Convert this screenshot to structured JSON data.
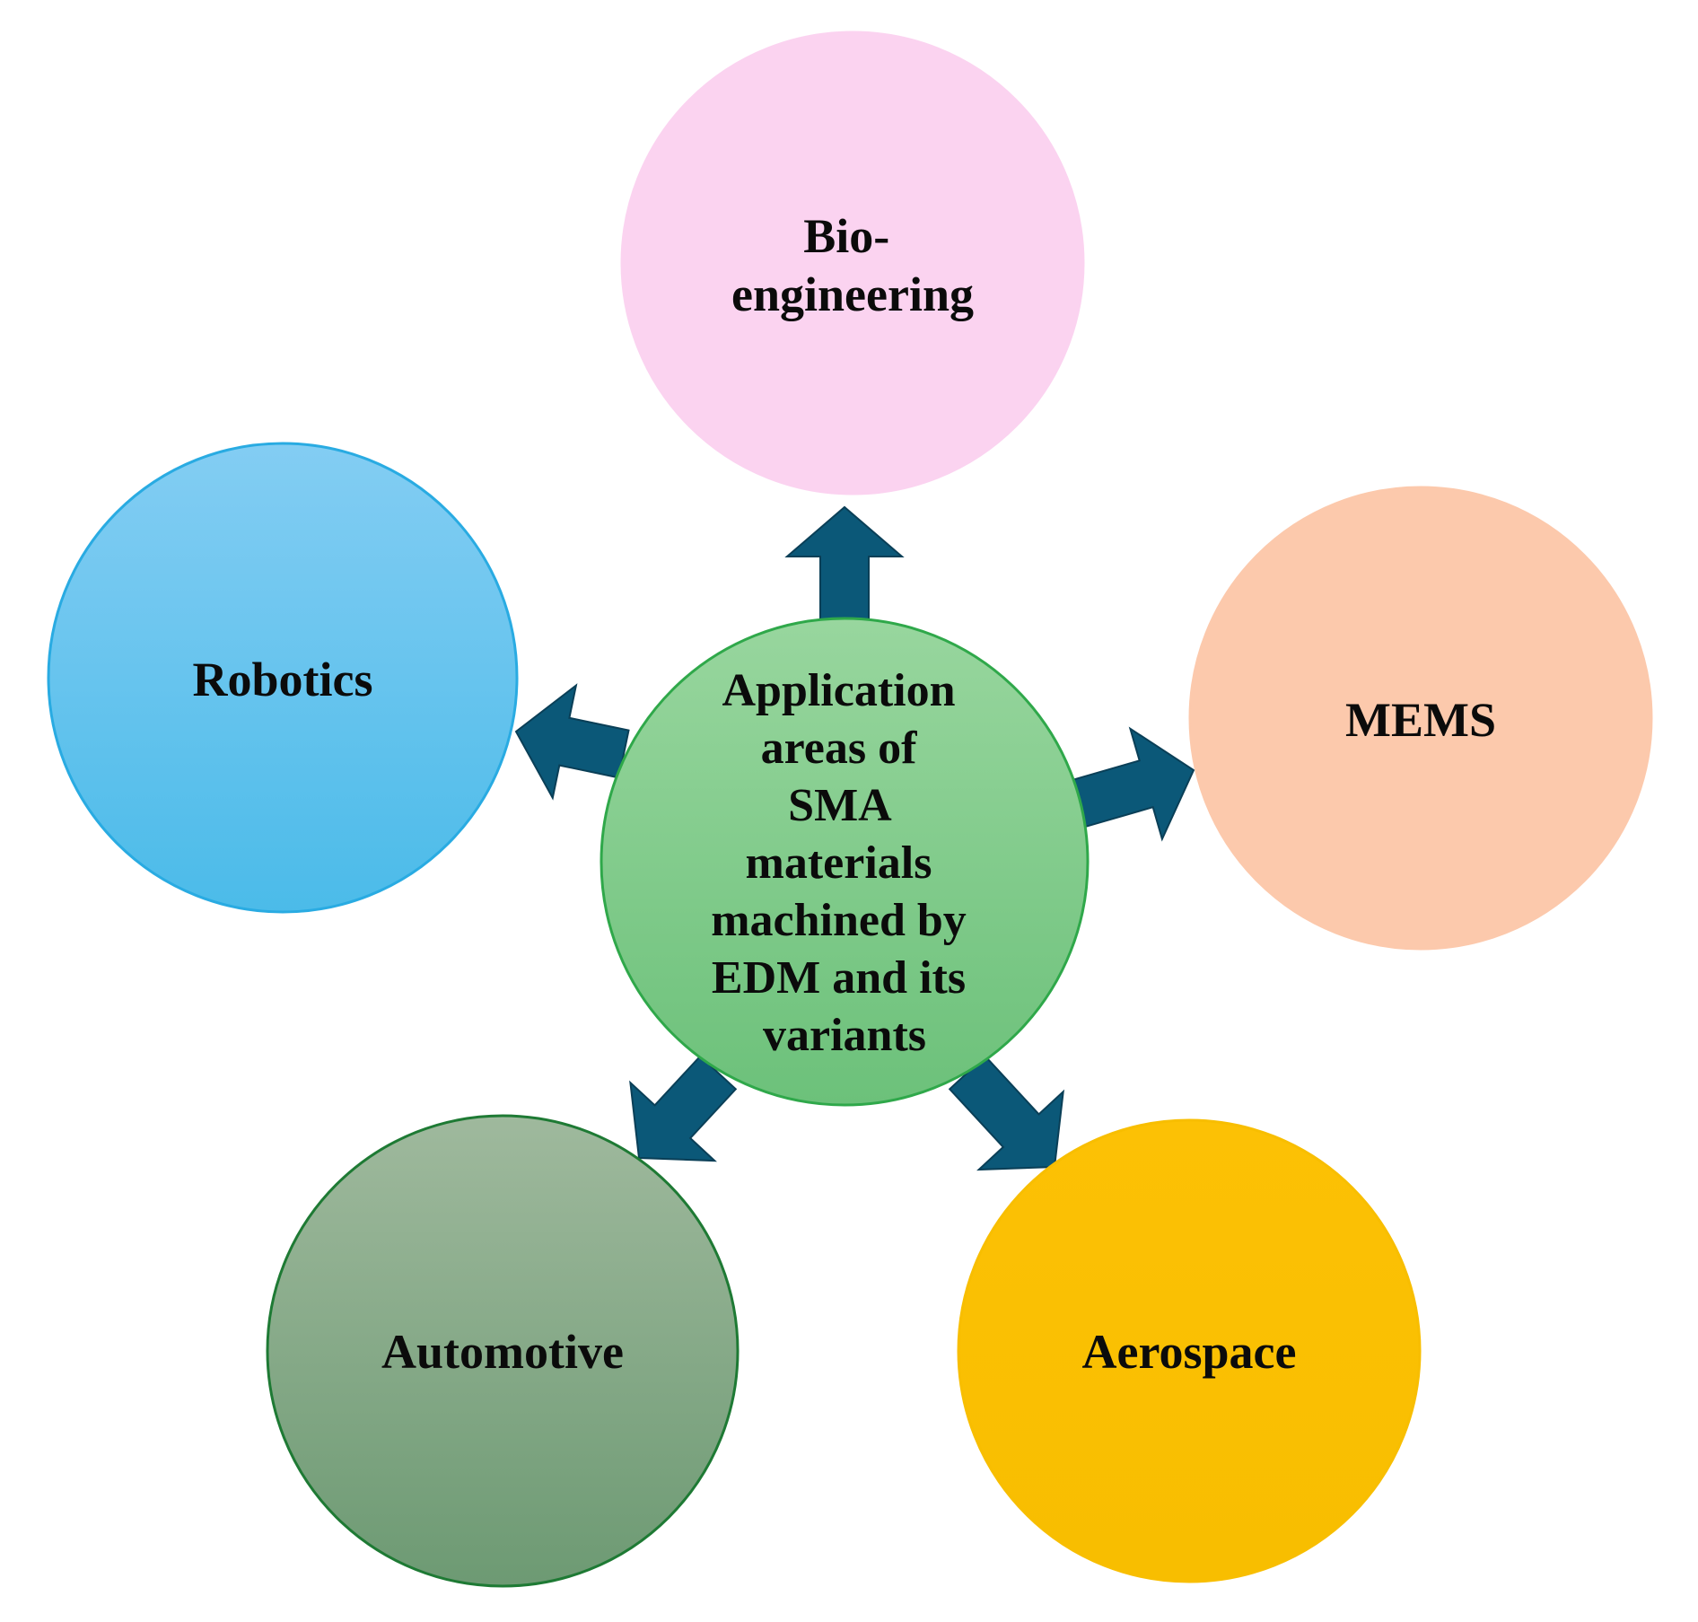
{
  "center": {
    "lines": [
      "Application",
      "areas of",
      "SMA",
      "materials",
      "machined by",
      "EDM and its",
      "variants"
    ],
    "fill_top": "#98d69e",
    "fill_bottom": "#6cc17a",
    "stroke": "#2fa84a"
  },
  "nodes": [
    {
      "key": "bioengineering",
      "lines": [
        "Bio-",
        "engineering"
      ],
      "fill_top": "#fbd3f0",
      "fill_bottom": "#fbd3f0",
      "stroke": "#fbd3f0"
    },
    {
      "key": "mems",
      "lines": [
        "MEMS"
      ],
      "fill_top": "#fcc9ac",
      "fill_bottom": "#fcc9ac",
      "stroke": "#fcc9ac"
    },
    {
      "key": "aerospace",
      "lines": [
        "Aerospace"
      ],
      "fill_top": "#fcc105",
      "fill_bottom": "#f8be00",
      "stroke": "#f8be00"
    },
    {
      "key": "automotive",
      "lines": [
        "Automotive"
      ],
      "fill_top": "#9fb99d",
      "fill_bottom": "#6d9a73",
      "stroke": "#1e7a34"
    },
    {
      "key": "robotics",
      "lines": [
        "Robotics"
      ],
      "fill_top": "#83cdf3",
      "fill_bottom": "#4bbbe9",
      "stroke": "#29abe2"
    }
  ],
  "arrow_color": "#0b5878"
}
